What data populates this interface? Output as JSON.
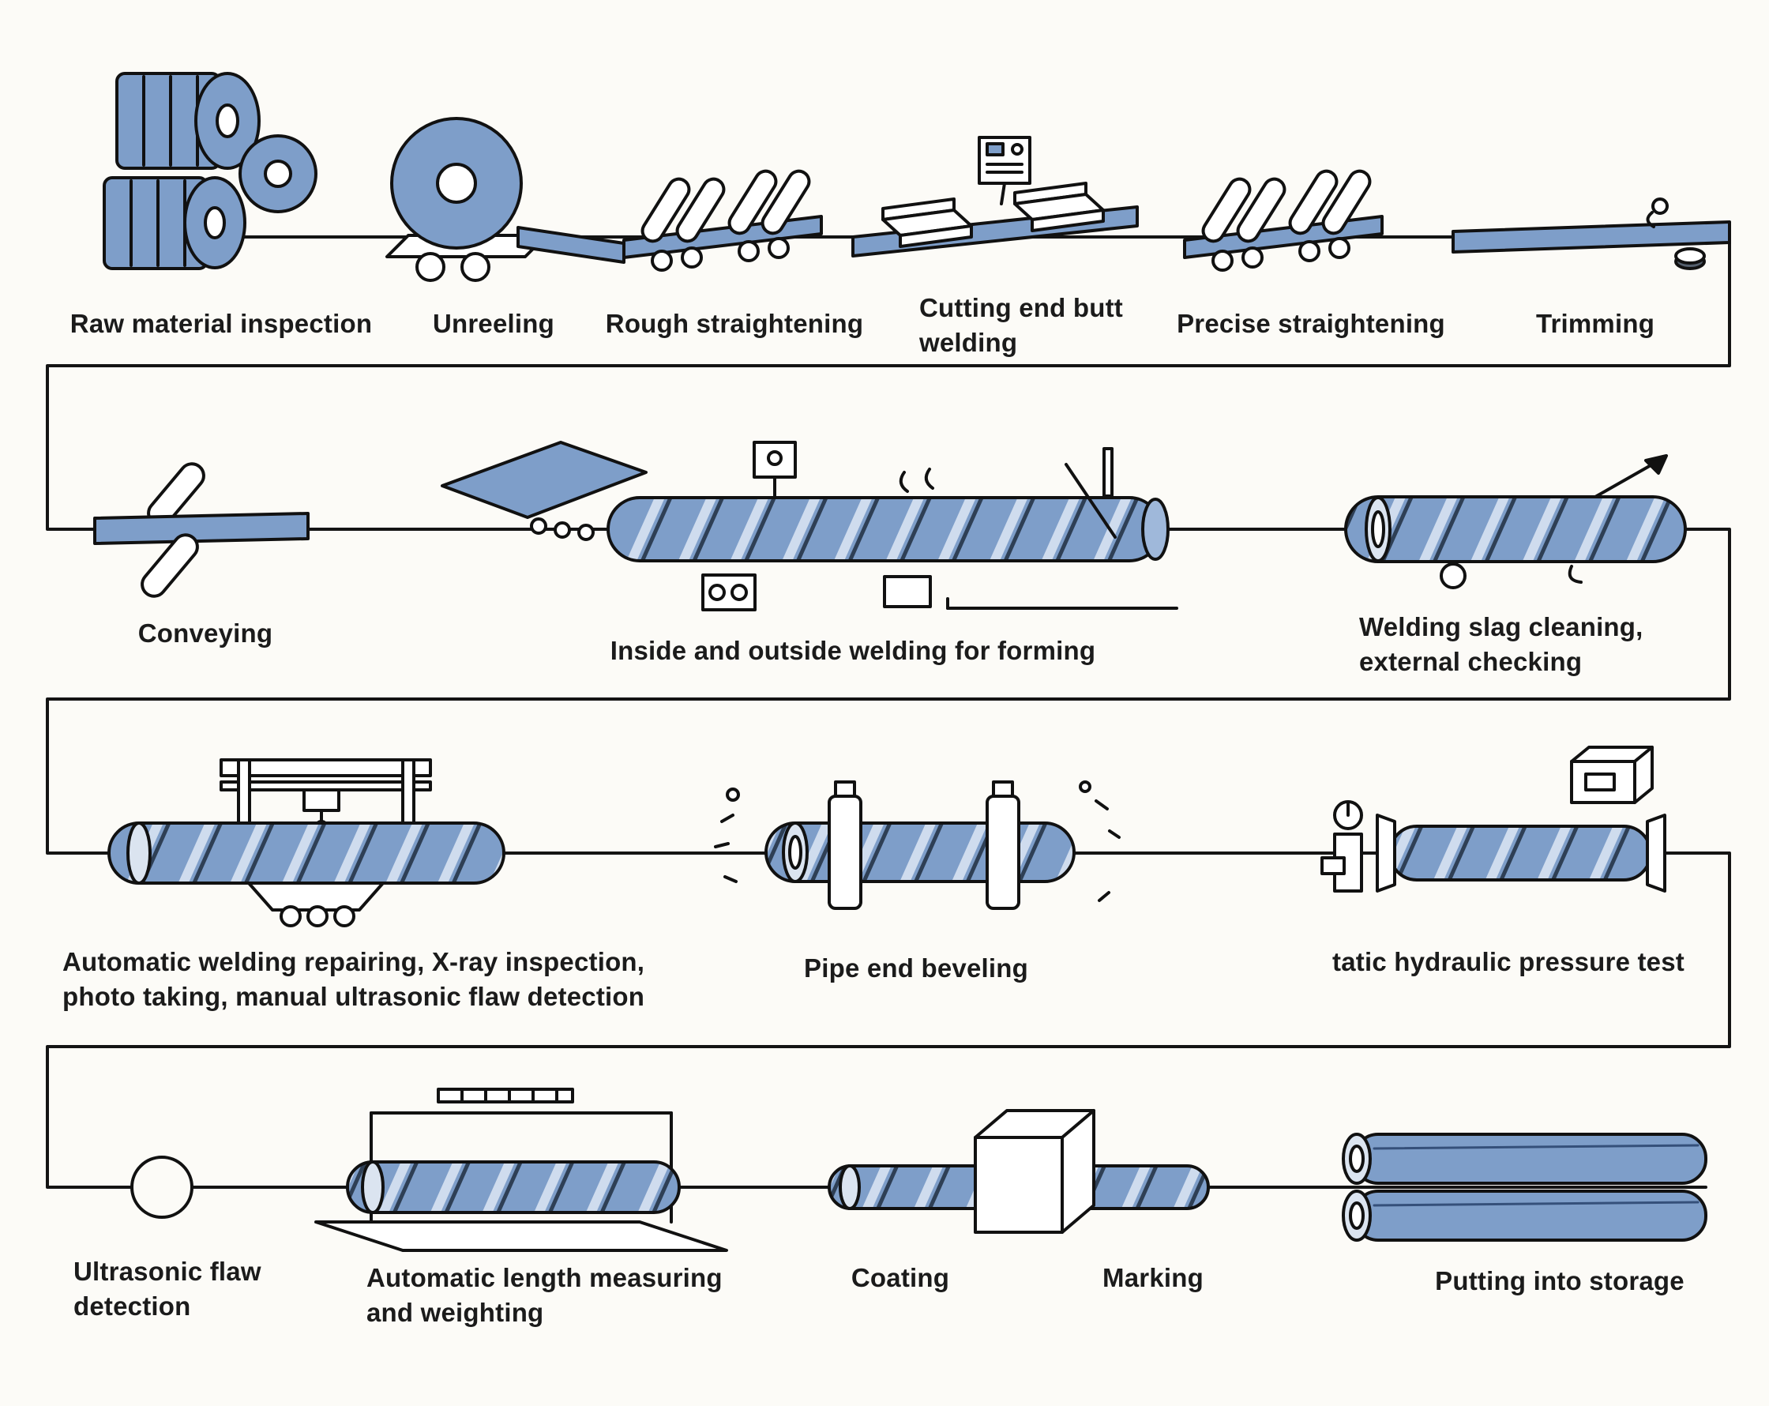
{
  "diagram": {
    "kind": "process-flow",
    "background": "#fcfbf7",
    "line_color": "#141414",
    "steel_blue": "#7e9ec9"
  },
  "rows": [
    {
      "name": "row-1",
      "steps": [
        {
          "label": "Raw material inspection",
          "icon": "steel-coils-icon"
        },
        {
          "label": "Unreeling",
          "icon": "unreeling-coil-icon"
        },
        {
          "label": "Rough straightening",
          "icon": "rough-straightening-rollers-icon"
        },
        {
          "label": "Cutting end butt\nwelding",
          "icon": "butt-welding-machine-icon"
        },
        {
          "label": "Precise straightening",
          "icon": "precise-straightening-rollers-icon"
        },
        {
          "label": "Trimming",
          "icon": "trimming-strip-icon"
        }
      ]
    },
    {
      "name": "row-2",
      "steps": [
        {
          "label": "Conveying",
          "icon": "conveying-rollers-icon"
        },
        {
          "label": "Inside and outside welding for forming",
          "icon": "forming-welding-line-icon"
        },
        {
          "label": "Welding slag cleaning,\nexternal checking",
          "icon": "slag-cleaning-pipe-icon"
        }
      ]
    },
    {
      "name": "row-3",
      "steps": [
        {
          "label": "Automatic welding repairing, X-ray inspection,\nphoto taking, manual ultrasonic flaw detection",
          "icon": "welding-repair-xray-gantry-icon"
        },
        {
          "label": "Pipe end beveling",
          "icon": "pipe-end-beveling-icon"
        },
        {
          "label": "tatic hydraulic pressure test",
          "icon": "hydraulic-pressure-test-icon"
        }
      ]
    },
    {
      "name": "row-4",
      "steps": [
        {
          "label": "Ultrasonic flaw\ndetection",
          "icon": "ultrasonic-flaw-circle-icon"
        },
        {
          "label": "Automatic length measuring\nand weighting",
          "icon": "length-measuring-bench-icon"
        },
        {
          "label": "Coating",
          "icon": "coating-box-icon"
        },
        {
          "label": "Marking",
          "icon": "coating-box-icon"
        },
        {
          "label": "Putting into storage",
          "icon": "pipe-storage-stack-icon"
        }
      ]
    }
  ]
}
